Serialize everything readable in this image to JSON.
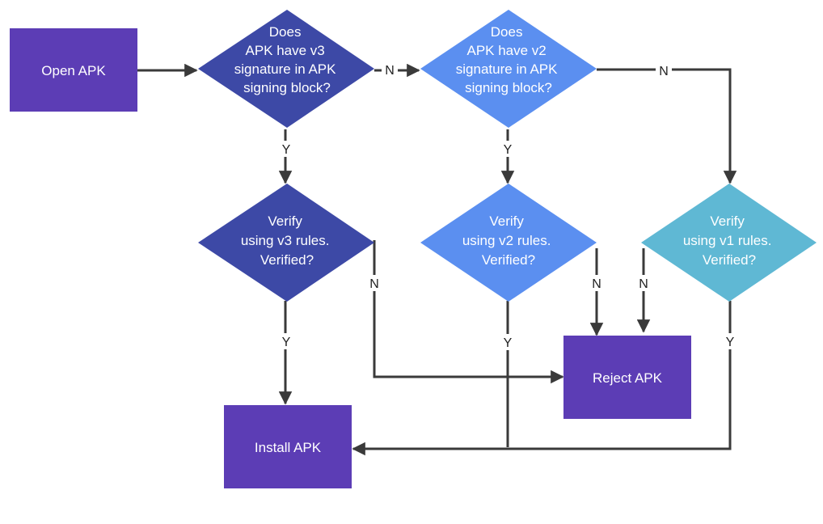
{
  "colors": {
    "box": "#5c3db5",
    "diamond_v3": "#3d49a6",
    "diamond_v2": "#5b8ff0",
    "diamond_v1": "#5fb8d4",
    "edge": "#3a3a3a"
  },
  "nodes": {
    "open_apk": "Open APK",
    "has_v3": [
      "Does",
      "APK have v3",
      "signature in APK",
      "signing block?"
    ],
    "has_v2": [
      "Does",
      "APK have v2",
      "signature in APK",
      "signing block?"
    ],
    "verify_v3": [
      "Verify",
      "using v3 rules.",
      "Verified?"
    ],
    "verify_v2": [
      "Verify",
      "using v2 rules.",
      "Verified?"
    ],
    "verify_v1": [
      "Verify",
      "using v1 rules.",
      "Verified?"
    ],
    "reject_apk": "Reject APK",
    "install_apk": "Install APK"
  },
  "edge_labels": {
    "yes": "Y",
    "no": "N"
  }
}
